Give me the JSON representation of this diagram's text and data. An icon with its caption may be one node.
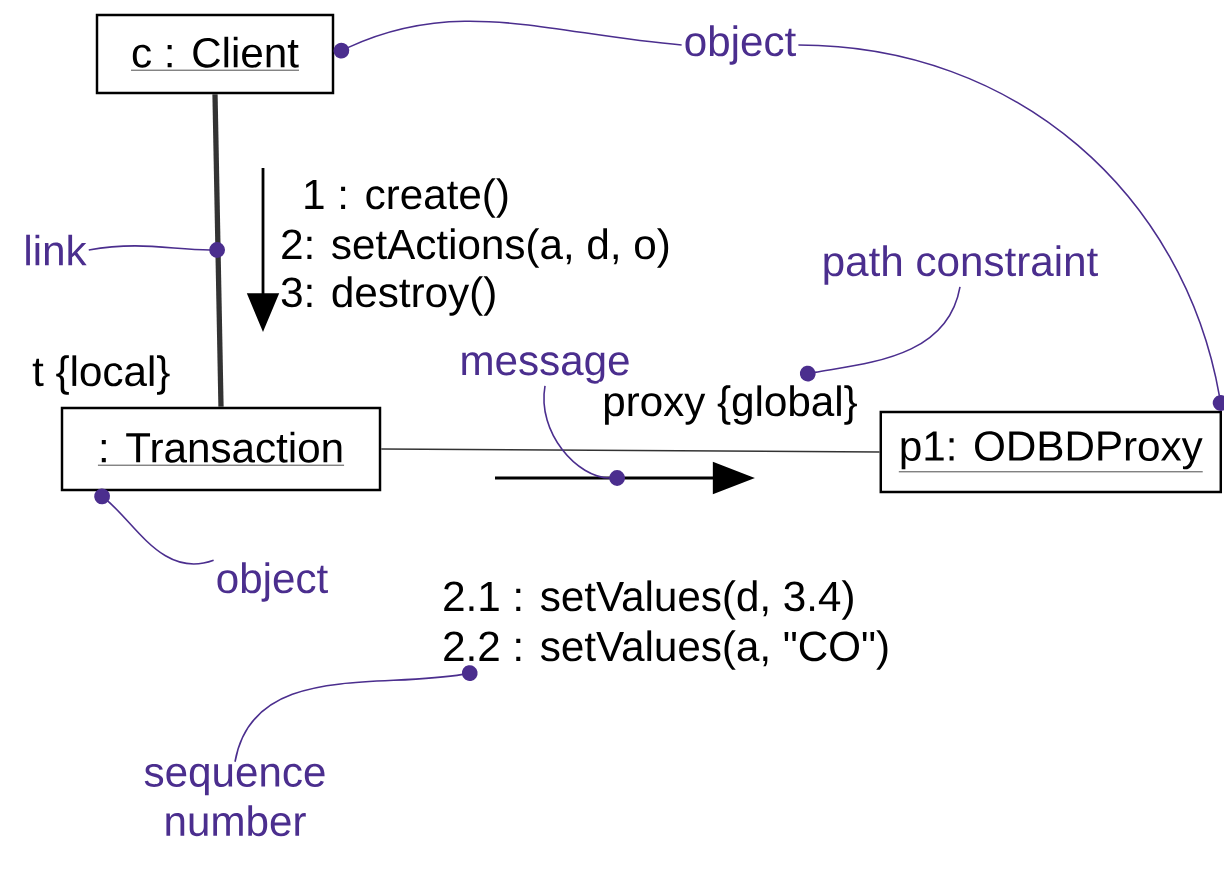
{
  "diagram": {
    "nodes": [
      {
        "text": [
          "c : Client"
        ]
      },
      {
        "text": [
          ": Transaction"
        ]
      },
      {
        "text": [
          "p1: ODBDProxy"
        ]
      },
      {
        "text": [
          "object"
        ]
      },
      {
        "text": [
          "link"
        ]
      },
      {
        "text": [
          "path constraint"
        ]
      },
      {
        "text": [
          "message"
        ]
      },
      {
        "text": [
          "object"
        ]
      },
      {
        "text": [
          "sequence number"
        ]
      },
      {
        "text": [
          "2.2 : setValues(a, \"CO\")"
        ]
      }
    ],
    "edges": [
      {
        "from": 0,
        "to": 1,
        "arrow": "none",
        "style": "thick",
        "color": "#333333"
      },
      {
        "from": 1,
        "to": 2,
        "arrow": "none",
        "label": "proxy {global}",
        "color": "#333333"
      },
      {
        "from": 3,
        "to": 0,
        "arrow": "other",
        "color": "#4b2e8e"
      },
      {
        "from": 3,
        "to": 2,
        "arrow": "other",
        "color": "#4b2e8e"
      },
      {
        "from": 4,
        "to": null,
        "arrow": "other",
        "color": "#4b2e8e"
      },
      {
        "from": 5,
        "to": null,
        "arrow": "other",
        "color": "#4b2e8e"
      },
      {
        "from": 6,
        "to": null,
        "arrow": "other",
        "color": "#4b2e8e"
      },
      {
        "from": 7,
        "to": 1,
        "arrow": "other",
        "color": "#4b2e8e"
      },
      {
        "from": 8,
        "to": 9,
        "arrow": "other",
        "color": "#4b2e8e"
      }
    ],
    "labels": [
      "1 : create()",
      "2: setActions(a, d, o)",
      "3: destroy()",
      "t {local}",
      "2.1 : setValues(d, 3.4)"
    ]
  }
}
